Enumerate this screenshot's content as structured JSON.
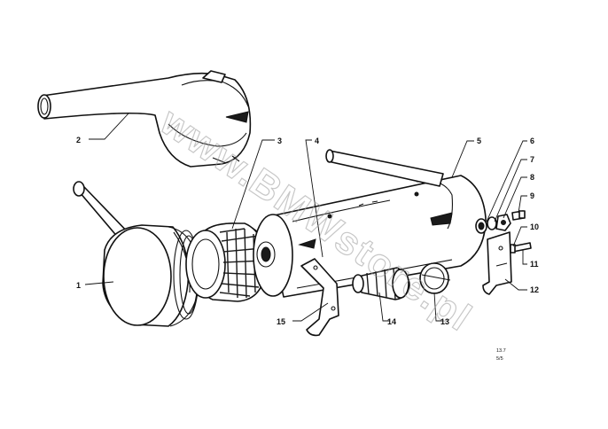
{
  "watermark": {
    "text": "www.BMWstore.pl"
  },
  "drawing_ref": {
    "line1": "13.7",
    "line2": "5/5"
  },
  "callouts": {
    "c1": "1",
    "c2": "2",
    "c3": "3",
    "c4": "4",
    "c5": "5",
    "c6": "6",
    "c7": "7",
    "c8": "8",
    "c9": "9",
    "c10": "10",
    "c11": "11",
    "c12": "12",
    "c13": "13",
    "c14": "14",
    "c15": "15"
  },
  "colors": {
    "ink": "#111111",
    "background": "#ffffff",
    "watermark": "#9a9a9a"
  }
}
